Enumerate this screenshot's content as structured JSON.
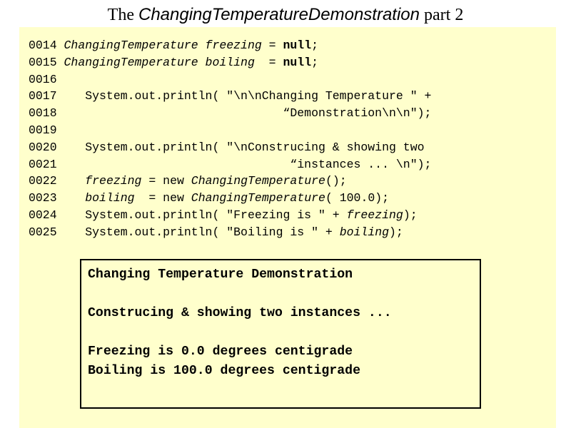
{
  "title": {
    "pre": "The ",
    "class_name": "ChangingTemperatureDemonstration",
    "post": " part 2"
  },
  "code": {
    "lines": [
      {
        "num": "0014",
        "a": "",
        "b": "ChangingTemperature freezing",
        "c": " = ",
        "d": "null",
        "e": ";",
        "f": "",
        "g": "",
        "h": "",
        "i": ""
      },
      {
        "num": "0015",
        "a": "",
        "b": "ChangingTemperature boiling ",
        "c": " = ",
        "d": "null",
        "e": ";",
        "f": "",
        "g": "",
        "h": "",
        "i": ""
      },
      {
        "num": "0016",
        "a": "",
        "b": "",
        "c": "",
        "d": "",
        "e": "",
        "f": "",
        "g": "",
        "h": "",
        "i": ""
      },
      {
        "num": "0017",
        "a": "   System.out.println( \"\\n\\nChanging Temperature \" +",
        "b": "",
        "c": "",
        "d": "",
        "e": "",
        "f": "",
        "g": "",
        "h": "",
        "i": ""
      },
      {
        "num": "0018",
        "a": "                               “Demonstration\\n\\n\");",
        "b": "",
        "c": "",
        "d": "",
        "e": "",
        "f": "",
        "g": "",
        "h": "",
        "i": ""
      },
      {
        "num": "0019",
        "a": "",
        "b": "",
        "c": "",
        "d": "",
        "e": "",
        "f": "",
        "g": "",
        "h": "",
        "i": ""
      },
      {
        "num": "0020",
        "a": "   System.out.println( \"\\nConstrucing & showing two",
        "b": "",
        "c": "",
        "d": "",
        "e": "",
        "f": "",
        "g": "",
        "h": "",
        "i": ""
      },
      {
        "num": "0021",
        "a": "                                “instances ... \\n\");",
        "b": "",
        "c": "",
        "d": "",
        "e": "",
        "f": "",
        "g": "",
        "h": "",
        "i": ""
      },
      {
        "num": "0022",
        "a": "   ",
        "b": "freezing",
        "c": " = ",
        "d": "new",
        "e": " ",
        "f": "ChangingTemperature",
        "g": "();",
        "h": "",
        "i": ""
      },
      {
        "num": "0023",
        "a": "   ",
        "b": "boiling ",
        "c": " = ",
        "d": "new",
        "e": " ",
        "f": "ChangingTemperature",
        "g": "( 100.0);",
        "h": "",
        "i": ""
      },
      {
        "num": "0024",
        "a": "   System.out.println( \"Freezing is \" + ",
        "b": "freezing",
        "c": ");",
        "d": "",
        "e": "",
        "f": "",
        "g": "",
        "h": "",
        "i": ""
      },
      {
        "num": "0025",
        "a": "   System.out.println( \"Boiling is \" + ",
        "b": "boiling",
        "c": ");",
        "d": "",
        "e": "",
        "f": "",
        "g": "",
        "h": "",
        "i": ""
      }
    ]
  },
  "output": {
    "lines": [
      "Changing Temperature Demonstration",
      "Construcing & showing two instances ...",
      "Freezing is 0.0 degrees centigrade",
      "Boiling is 100.0 degrees centigrade"
    ]
  },
  "colors": {
    "panel_background": "#ffffcc",
    "text": "#000000"
  }
}
